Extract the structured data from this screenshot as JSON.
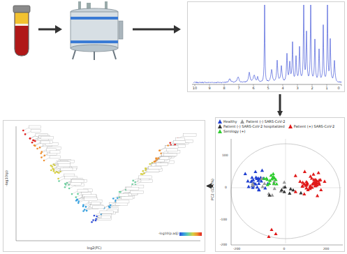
{
  "diagram": {
    "nodes": [
      {
        "text": [
          "10",
          "9",
          "8",
          "7",
          "6",
          "5",
          "4",
          "3",
          "2",
          "1",
          "0"
        ]
      },
      {
        "text": [
          "PC2 (12.2%)",
          "100",
          "0",
          "-100",
          "-200",
          "-200",
          "0",
          "200"
        ]
      },
      {
        "text": [
          "-log10(p)",
          "log2(FC)",
          "-log10(p.adj)"
        ]
      }
    ],
    "edges": [
      {
        "from": 0,
        "to": 1,
        "arrow": "to"
      },
      {
        "from": 1,
        "to": 2,
        "arrow": "to"
      }
    ],
    "legend": [
      {
        "text": "Healthy",
        "color": "#1f3fd0"
      },
      {
        "text": "Patient (-) SARS-CoV-2",
        "color": "#9a9a9a"
      },
      {
        "text": "Patient (-) SARS-CoV-2 hospitalized",
        "color": "#333333"
      },
      {
        "text": "Patient (+) SARS-CoV-2",
        "color": "#e01818"
      },
      {
        "text": "Serology (+)",
        "color": "#2ecc2e"
      }
    ]
  }
}
